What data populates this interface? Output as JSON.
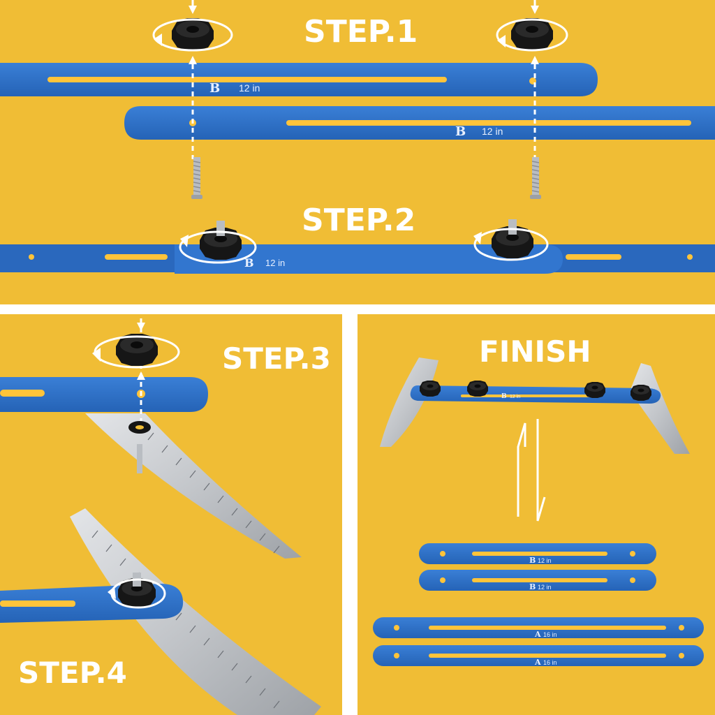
{
  "colors": {
    "background": "#f0bd35",
    "divider": "#ffffff",
    "bar": "#2f6fc4",
    "bar_shadow": "#1f4f95",
    "slot": "#ffc43a",
    "knob": "#1a1a1a",
    "steel": "#c8cbcf",
    "bolt": "#b9bdc2"
  },
  "steps": {
    "step1": "STEP.1",
    "step2": "STEP.2",
    "step3": "STEP.3",
    "step4": "STEP.4",
    "finish": "FINISH"
  },
  "bars": {
    "b_letter": "B",
    "b_length": "12 in",
    "a_letter": "A",
    "a_length": "16 in"
  },
  "icons": [
    "knob-icon",
    "bolt-icon",
    "rotate-arrow-icon",
    "up-arrow-icon",
    "double-arrow-icon",
    "ruler-blade-icon"
  ]
}
